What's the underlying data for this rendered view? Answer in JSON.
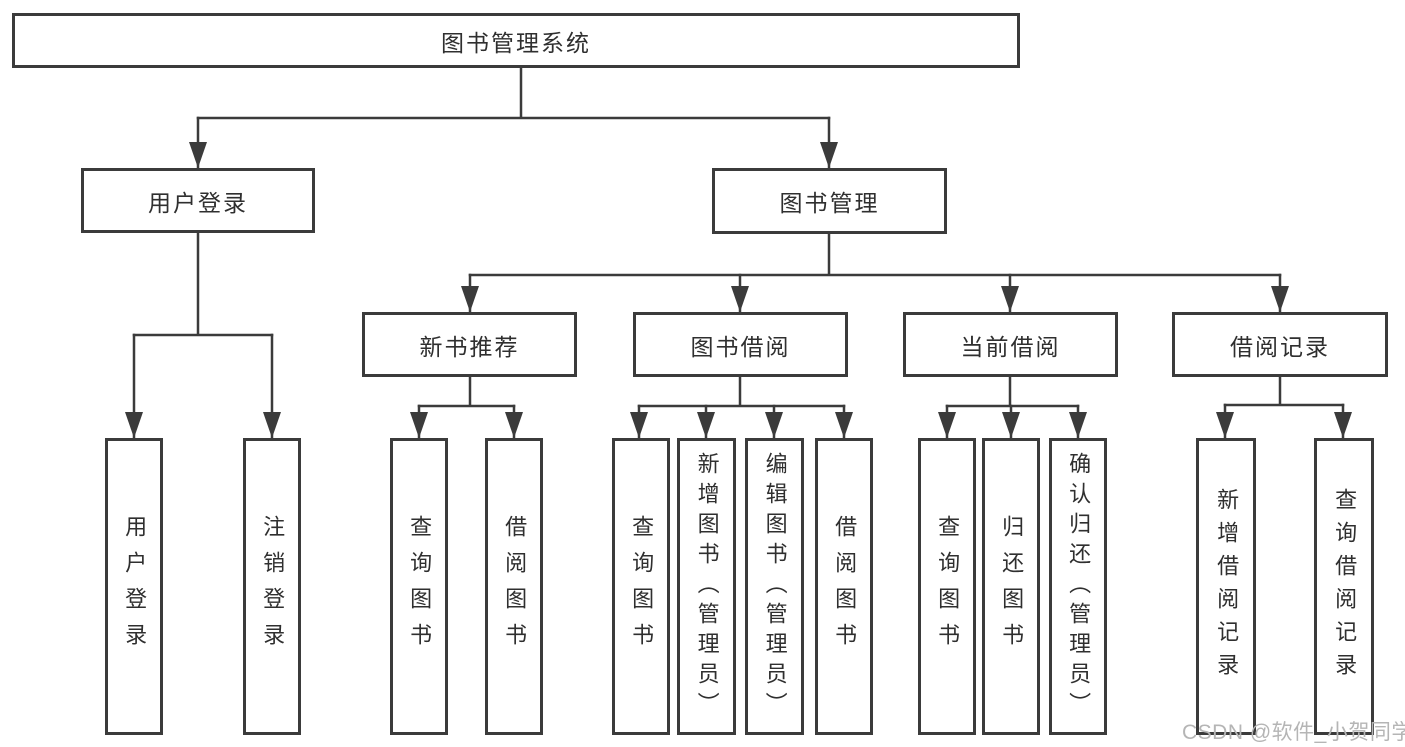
{
  "colors": {
    "line": "#3b3b3b",
    "ink": "#2f2f2f",
    "bg": "#ffffff",
    "wm": "#b5b5b5"
  },
  "watermark": {
    "text": "CSDN @软件_小贺同学"
  },
  "tree": {
    "root": {
      "label": "图书管理系统",
      "children": [
        {
          "label": "用户登录",
          "children": [
            {
              "label": "用户登录"
            },
            {
              "label": "注销登录"
            }
          ]
        },
        {
          "label": "图书管理",
          "children": [
            {
              "label": "新书推荐",
              "children": [
                {
                  "label": "查询图书"
                },
                {
                  "label": "借阅图书"
                }
              ]
            },
            {
              "label": "图书借阅",
              "children": [
                {
                  "label": "查询图书"
                },
                {
                  "label": "新增图书（管理员）"
                },
                {
                  "label": "编辑图书（管理员）"
                },
                {
                  "label": "借阅图书"
                }
              ]
            },
            {
              "label": "当前借阅",
              "children": [
                {
                  "label": "查询图书"
                },
                {
                  "label": "归还图书"
                },
                {
                  "label": "确认归还（管理员）"
                }
              ]
            },
            {
              "label": "借阅记录",
              "children": [
                {
                  "label": "新增借阅记录"
                },
                {
                  "label": "查询借阅记录"
                }
              ]
            }
          ]
        }
      ]
    }
  }
}
